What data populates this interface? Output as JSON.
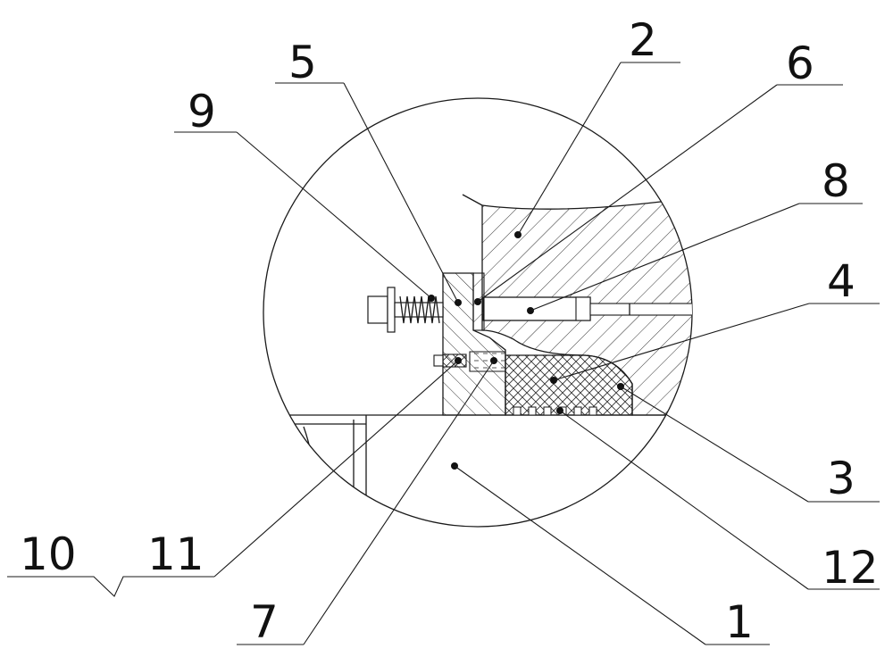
{
  "figure": {
    "callouts": [
      {
        "id": "label-1",
        "text": "1"
      },
      {
        "id": "label-2",
        "text": "2"
      },
      {
        "id": "label-3",
        "text": "3"
      },
      {
        "id": "label-4",
        "text": "4"
      },
      {
        "id": "label-5",
        "text": "5"
      },
      {
        "id": "label-6",
        "text": "6"
      },
      {
        "id": "label-7",
        "text": "7"
      },
      {
        "id": "label-8",
        "text": "8"
      },
      {
        "id": "label-9",
        "text": "9"
      },
      {
        "id": "label-10",
        "text": "10"
      },
      {
        "id": "label-11",
        "text": "11"
      },
      {
        "id": "label-12",
        "text": "12"
      }
    ],
    "colors": {
      "line": "#1a1a1a",
      "background": "#ffffff"
    }
  }
}
